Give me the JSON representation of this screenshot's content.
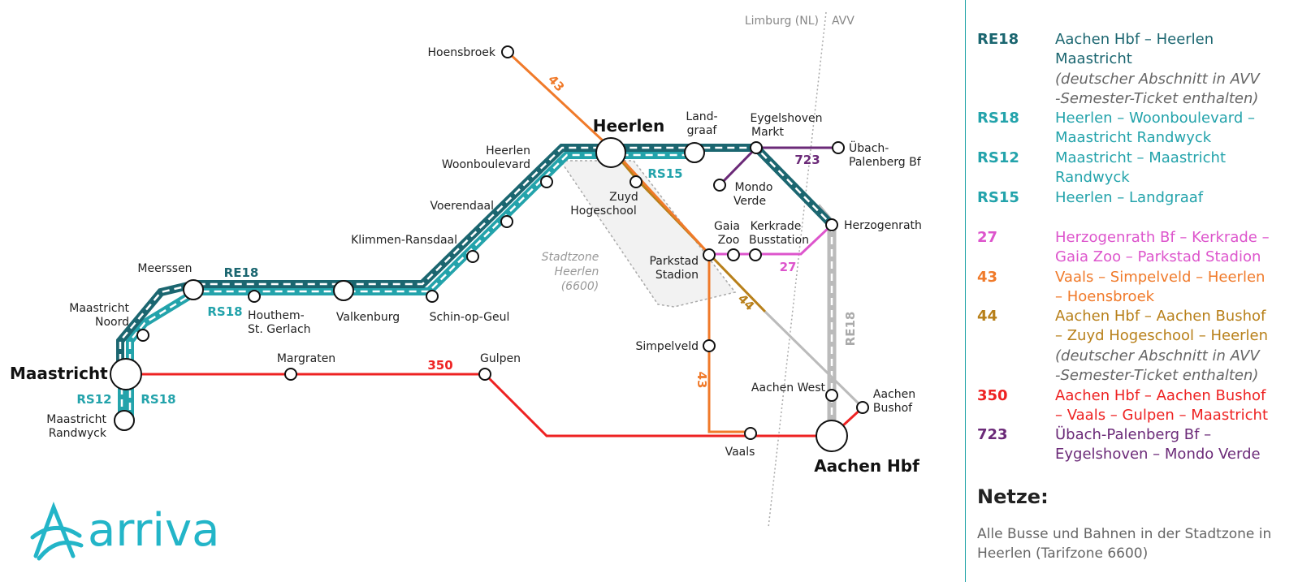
{
  "colors": {
    "re18": "#1b6670",
    "rs": "#23a3ab",
    "line27": "#dd55cc",
    "line43": "#f07a2a",
    "line44": "#b8801a",
    "line350": "#ee2222",
    "line723": "#6b2a78",
    "grey_rail": "#bbbbbb"
  },
  "map": {
    "border": {
      "left_label": "Limburg (NL)",
      "right_label": "AVV"
    },
    "zone": {
      "line1": "Stadtzone",
      "line2": "Heerlen",
      "line3": "(6600)"
    },
    "stations": {
      "hoensbroek": "Hoensbroek",
      "heerlen": "Heerlen",
      "landgraaf_1": "Land-",
      "landgraaf_2": "graaf",
      "eygelshoven_1": "Eygelshoven",
      "eygelshoven_2": "Markt",
      "ubach_1": "Übach-",
      "ubach_2": "Palenberg Bf",
      "woonboulevard_1": "Heerlen",
      "woonboulevard_2": "Woonboulevard",
      "voerendaal": "Voerendaal",
      "zuyd_1": "Zuyd",
      "zuyd_2": "Hogeschool",
      "mondo_1": "Mondo",
      "mondo_2": "Verde",
      "klimmen": "Klimmen-Ransdaal",
      "gaia_1": "Gaia",
      "gaia_2": "Zoo",
      "kerkrade_1": "Kerkrade",
      "kerkrade_2": "Busstation",
      "herzogenrath": "Herzogenrath",
      "meerssen": "Meerssen",
      "parkstad_1": "Parkstad",
      "parkstad_2": "Stadion",
      "maastricht_noord_1": "Maastricht",
      "maastricht_noord_2": "Noord",
      "houthem_1": "Houthem-",
      "houthem_2": "St. Gerlach",
      "valkenburg": "Valkenburg",
      "schin": "Schin-op-Geul",
      "simpelveld": "Simpelveld",
      "maastricht": "Maastricht",
      "margraten": "Margraten",
      "gulpen": "Gulpen",
      "aachen_west": "Aachen West",
      "aachen_bushof_1": "Aachen",
      "aachen_bushof_2": "Bushof",
      "randwyck_1": "Maastricht",
      "randwyck_2": "Randwyck",
      "vaals": "Vaals",
      "aachen_hbf": "Aachen Hbf"
    },
    "route_labels": {
      "l43_top": "43",
      "l43_bottom": "43",
      "l44": "44",
      "l723": "723",
      "l27": "27",
      "l350": "350",
      "re18": "RE18",
      "re18_vertical": "RE18",
      "rs18_west": "RS18",
      "rs18_south": "RS18",
      "rs12": "RS12",
      "rs15": "RS15"
    }
  },
  "legend": {
    "items": [
      {
        "code": "RE18",
        "desc": "Aachen Hbf – Heerlen\nMaastricht",
        "note": "(deutscher Abschnitt in AVV\n-Semester-Ticket enthalten)",
        "color": "#1b6670"
      },
      {
        "code": "RS18",
        "desc": "Heerlen – Woonboulevard –\nMaastricht Randwyck",
        "note": "",
        "color": "#23a3ab"
      },
      {
        "code": "RS12",
        "desc": "Maastricht – Maastricht\nRandwyck",
        "note": "",
        "color": "#23a3ab"
      },
      {
        "code": "RS15",
        "desc": "Heerlen – Landgraaf",
        "note": "",
        "color": "#23a3ab"
      },
      {
        "code": "27",
        "desc": "Herzogenrath Bf – Kerkrade –\nGaia Zoo – Parkstad Stadion",
        "note": "",
        "color": "#dd55cc"
      },
      {
        "code": "43",
        "desc": "Vaals – Simpelveld – Heerlen\n– Hoensbroek",
        "note": "",
        "color": "#f07a2a"
      },
      {
        "code": "44",
        "desc": "Aachen Hbf – Aachen Bushof\n– Zuyd Hogeschool – Heerlen",
        "note": "(deutscher Abschnitt in AVV\n-Semester-Ticket enthalten)",
        "color": "#b8801a"
      },
      {
        "code": "350",
        "desc": "Aachen Hbf – Aachen Bushof\n– Vaals – Gulpen – Maastricht",
        "note": "",
        "color": "#ee2222"
      },
      {
        "code": "723",
        "desc": "Übach-Palenberg Bf –\nEygelshoven – Mondo Verde",
        "note": "",
        "color": "#6b2a78"
      }
    ],
    "netze_title": "Netze:",
    "netze_text": "Alle Busse und Bahnen in der Stadtzone in Heerlen (Tarifzone 6600)"
  },
  "logo": {
    "text": "arriva",
    "color": "#23b5c8"
  }
}
